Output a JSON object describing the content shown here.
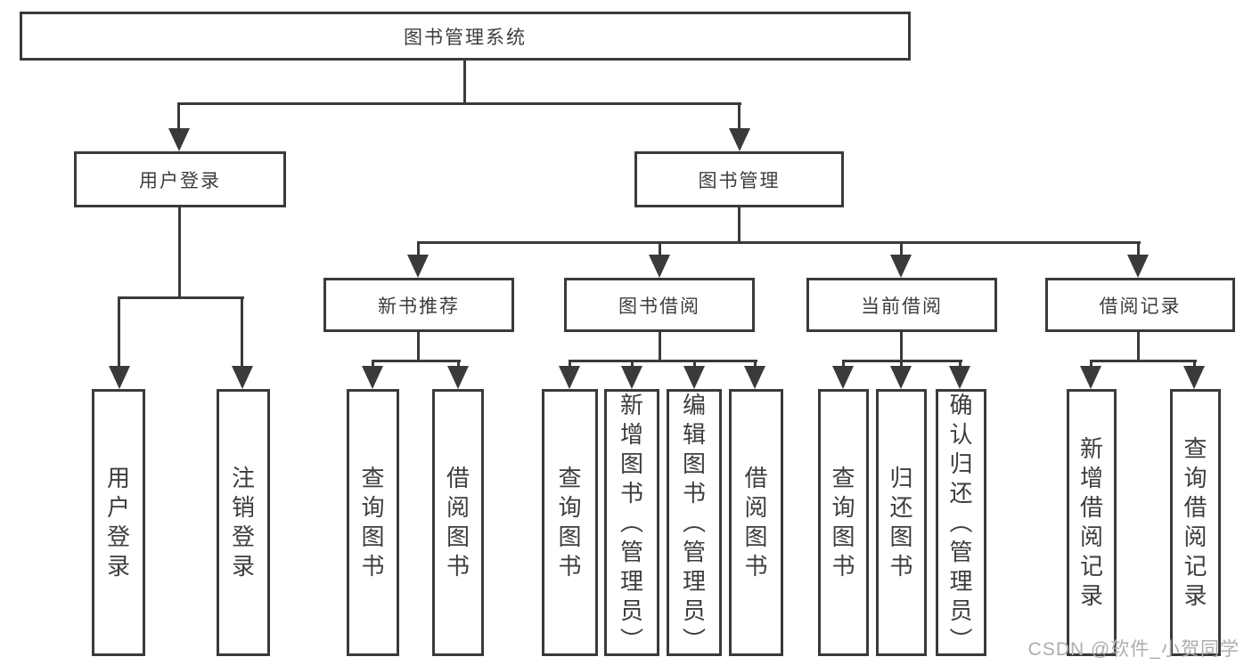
{
  "nodes": {
    "root": "图书管理系统",
    "level1": {
      "user_login": "用户登录",
      "book_mgmt": "图书管理"
    },
    "level2": {
      "new_book": "新书推荐",
      "book_borrow": "图书借阅",
      "current_borrow": "当前借阅",
      "borrow_record": "借阅记录"
    },
    "leaves": {
      "user": [
        "用户登录",
        "注销登录"
      ],
      "new_book": [
        "查询图书",
        "借阅图书"
      ],
      "book_borrow": [
        "查询图书",
        "新增图书（管理员）",
        "编辑图书（管理员）",
        "借阅图书"
      ],
      "current_borrow": [
        "查询图书",
        "归还图书",
        "确认归还（管理员）"
      ],
      "borrow_record": [
        "新增借阅记录",
        "查询借阅记录"
      ]
    }
  },
  "watermark": "CSDN @软件_小贺同学",
  "colors": {
    "line": "#3a3a3a",
    "box_border": "#3a3a3a",
    "text": "#3d3d3d",
    "watermark": "#adadad",
    "background": "#ffffff"
  }
}
